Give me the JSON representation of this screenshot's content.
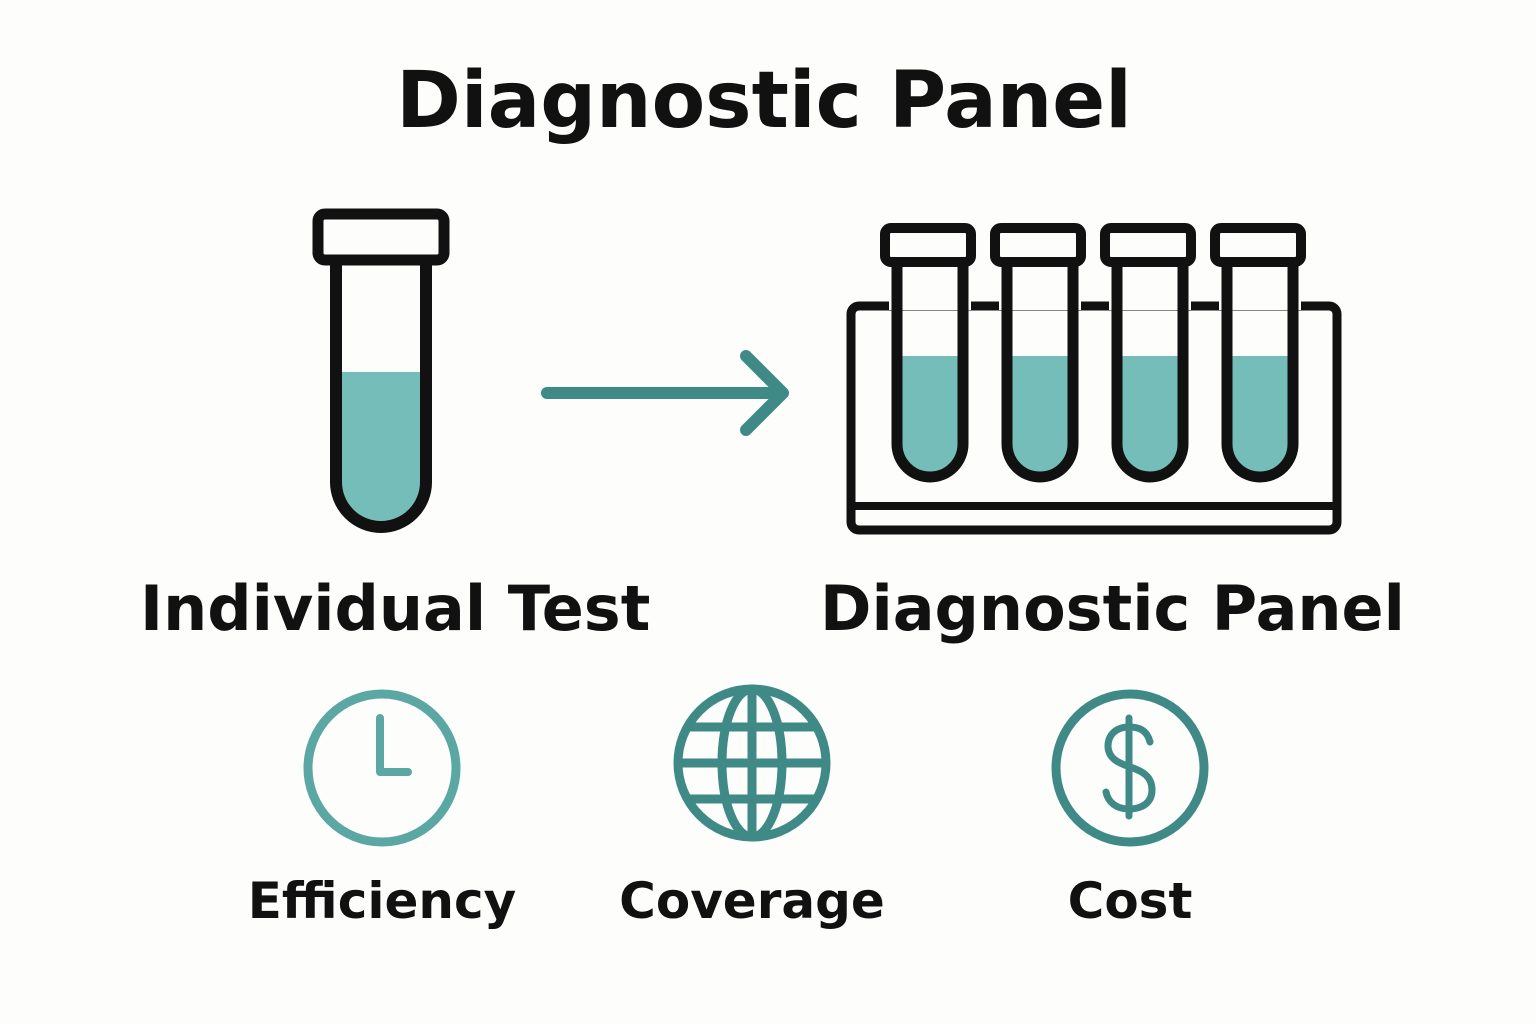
{
  "title": "Diagnostic Panel",
  "individual": {
    "label": "Individual Test"
  },
  "panel": {
    "label": "Diagnostic Panel",
    "tube_count": 4
  },
  "benefits": [
    {
      "label": "Efficiency",
      "icon": "clock-icon"
    },
    {
      "label": "Coverage",
      "icon": "globe-icon"
    },
    {
      "label": "Cost",
      "icon": "dollar-icon"
    }
  ],
  "colors": {
    "outline": "#111111",
    "liquid": "#74bdb8",
    "accent": "#3f8a86",
    "icon": "#5aa7a4",
    "background": "#fdfdfc"
  }
}
